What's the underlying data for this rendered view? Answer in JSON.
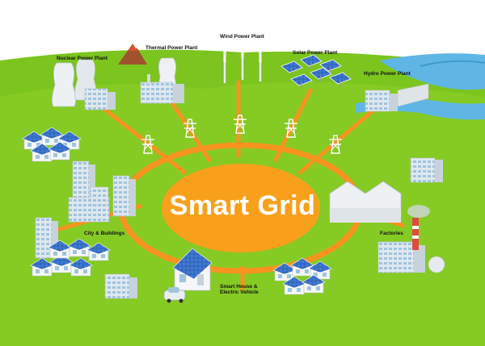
{
  "center": {
    "title": "Smart Grid"
  },
  "labels": {
    "nuclear": "Nuclear Power Plant",
    "thermal": "Thermal Power Plant",
    "wind": "Wind Power Plant",
    "solar": "Solar Power Plant",
    "hydro": "Hydro Power Plant",
    "city": "City &  Buildings",
    "factories": "Factories",
    "smart_house_1": "Smart House &",
    "smart_house_2": "Electric Vehicle"
  },
  "colors": {
    "sky": "#ffffff",
    "grass": "#7cc41e",
    "grass_light": "#93d236",
    "sea": "#5fb6e4",
    "grid_orange": "#f7931e",
    "center_fill": "#f8a01c"
  }
}
